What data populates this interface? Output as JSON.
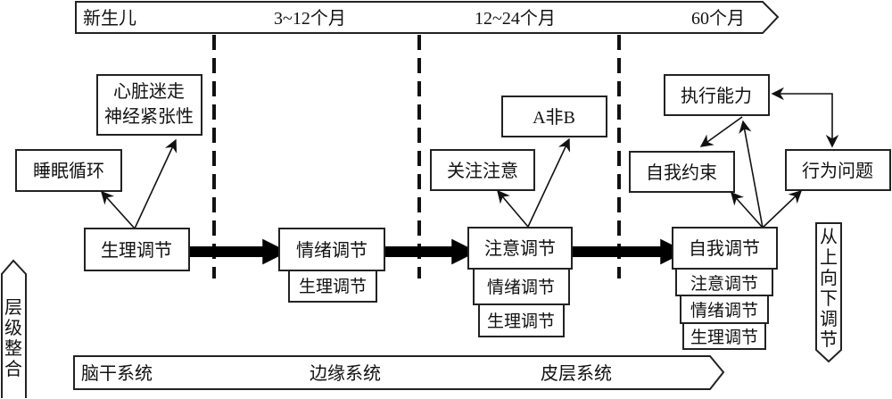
{
  "timeline": {
    "labels": [
      "新生儿",
      "3~12个月",
      "12~24个月",
      "60个月"
    ]
  },
  "brain_systems": {
    "labels": [
      "脑干系统",
      "边缘系统",
      "皮层系统"
    ]
  },
  "side_labels": {
    "left": [
      "层",
      "级",
      "整",
      "合"
    ],
    "right": [
      "从",
      "上",
      "向",
      "下",
      "调",
      "节"
    ]
  },
  "stage1": {
    "main": "生理调节",
    "outcomes": [
      "睡眠循环",
      "心脏迷走",
      "神经紧张性"
    ]
  },
  "stage2": {
    "main": "情绪调节",
    "stack": [
      "生理调节"
    ]
  },
  "stage3": {
    "main": "注意调节",
    "stack": [
      "情绪调节",
      "生理调节"
    ],
    "outcomes": [
      "关注注意",
      "A非B"
    ]
  },
  "stage4": {
    "main": "自我调节",
    "stack": [
      "注意调节",
      "情绪调节",
      "生理调节"
    ],
    "outcomes": [
      "执行能力",
      "自我约束",
      "行为问题"
    ]
  }
}
